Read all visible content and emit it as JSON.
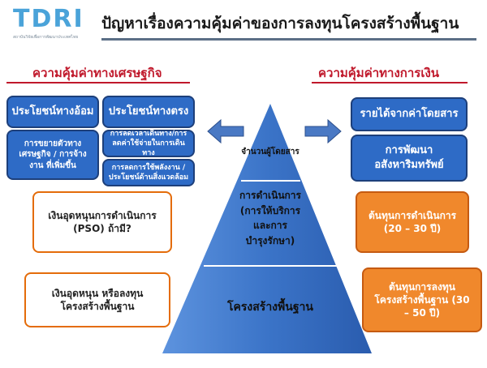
{
  "header": {
    "logo": "TDRI",
    "logo_subtitle": "สถาบันวิจัยเพื่อการพัฒนาประเทศไทย",
    "title": "ปัญหาเรื่องความคุ้มค่าของการลงทุนโครงสร้างพื้นฐาน"
  },
  "left": {
    "heading": "ความคุ้มค่าทางเศรษฐกิจ",
    "indirect_benefit": "ประโยชน์ทางอ้อม",
    "direct_benefit": "ประโยชน์ทางตรง",
    "economic_expansion": "การขยายตัวทาง เศรษฐกิจ / การจ้างงาน ที่เพิ่มขึ้น",
    "travel_saving": "การลดเวลาเดินทาง/การ ลดค่าใช้จ่ายในการเดินทาง",
    "energy_saving": "การลดการใช้พลังงาน / ประโยชน์ด้านสิ่งแวดล้อม",
    "pso_subsidy": "เงินอุดหนุนการดำเนินการ (PSO) ถ้ามี?",
    "infra_subsidy": "เงินอุดหนุน หรือลงทุน โครงสร้างพื้นฐาน"
  },
  "right": {
    "heading": "ความคุ้มค่าทางการเงิน",
    "fare_revenue": "รายได้จากค่าโดยสาร",
    "property_development": "การพัฒนา อสังหาริมทรัพย์",
    "operating_cost": "ต้นทุนการดำเนินการ (20 – 30 ปี)",
    "infra_cost": "ต้นทุนการลงทุน โครงสร้างพื้นฐาน (30 – 50 ปี)"
  },
  "pyramid": {
    "top": "จำนวนผู้โดยสาร",
    "middle_1": "การดำเนินการ",
    "middle_2": "(การให้บริการ",
    "middle_3": "และการ",
    "middle_4": "บำรุงรักษา)",
    "base": "โครงสร้างพื้นฐาน"
  },
  "colors": {
    "accent_red": "#c0182b",
    "blue_box": "#2e6bc6",
    "orange_border": "#e46c0a",
    "orange_fill": "#f0882c",
    "pyramid_light": "#4f86d6",
    "pyramid_dark": "#2756a8"
  },
  "icons": {
    "left_arrow": "arrow-left-icon",
    "right_arrow": "arrow-right-icon"
  }
}
